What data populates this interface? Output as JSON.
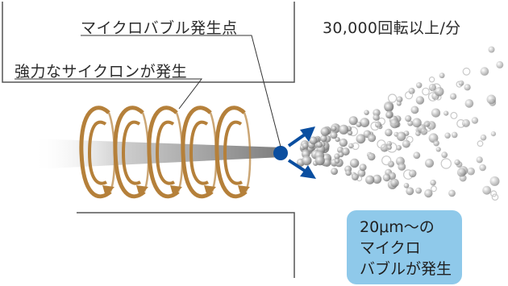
{
  "labels": {
    "microbubble_point": "マイクロバブル発生点",
    "cyclone": "強力なサイクロンが発生",
    "rpm": "30,000回転以上/分"
  },
  "callout": {
    "line1": "20μm〜の",
    "line2": "マイクロ",
    "line3": "バブルが発生"
  },
  "colors": {
    "coil": "#b5803a",
    "arrow": "#0a4ea0",
    "callout_bg": "#8fc9ea"
  }
}
